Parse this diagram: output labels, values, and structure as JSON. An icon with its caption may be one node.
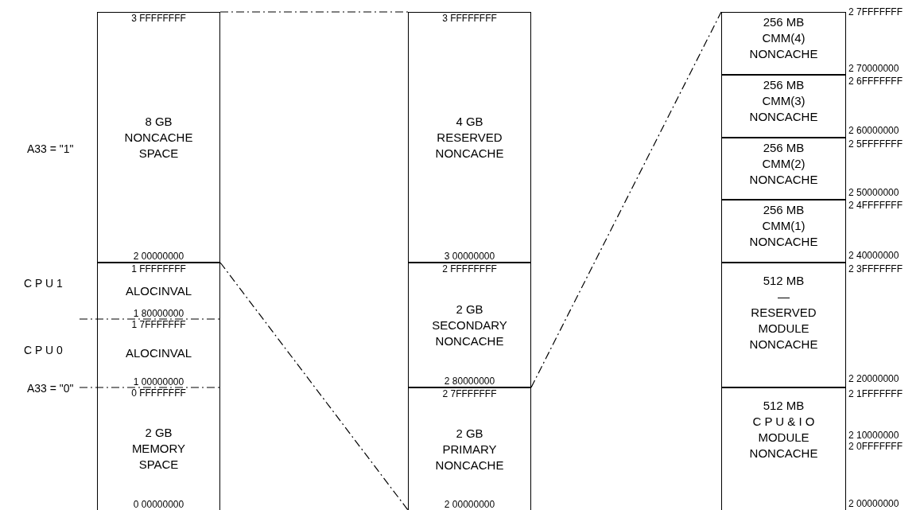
{
  "diagram": {
    "nodes": [
      {
        "text": [
          "3 FFFFFFFF",
          "8 GB",
          "NONCACHE SPACE",
          "2 00000000"
        ]
      },
      {
        "text": [
          "1 FFFFFFFF",
          "ALOCINVAL",
          "1 80000000"
        ]
      },
      {
        "text": [
          "1 7FFFFFFF",
          "ALOCINVAL",
          "1 00000000"
        ]
      },
      {
        "text": [
          "0 FFFFFFFF",
          "2 GB",
          "MEMORY SPACE",
          "0 00000000"
        ]
      },
      {
        "text": [
          "3 FFFFFFFF",
          "4 GB",
          "RESERVED NONCACHE",
          "3 00000000"
        ]
      },
      {
        "text": [
          "2 FFFFFFFF",
          "2 GB",
          "SECONDARY NONCACHE",
          "2 80000000"
        ]
      },
      {
        "text": [
          "2 7FFFFFFF",
          "2 GB",
          "PRIMARY NONCACHE",
          "2 00000000"
        ]
      },
      {
        "text": [
          "256 MB",
          "CMM(4) NONCACHE"
        ],
        "beside": [
          "2 7FFFFFFF",
          "2 70000000"
        ]
      },
      {
        "text": [
          "256 MB",
          "CMM(3) NONCACHE"
        ],
        "beside": [
          "2 6FFFFFFF",
          "2 60000000"
        ]
      },
      {
        "text": [
          "256 MB",
          "CMM(2) NONCACHE"
        ],
        "beside": [
          "2 5FFFFFFF",
          "2 50000000"
        ]
      },
      {
        "text": [
          "256 MB",
          "CMM(1) NONCACHE"
        ],
        "beside": [
          "2 4FFFFFFF",
          "2 40000000"
        ]
      },
      {
        "text": [
          "512 MB",
          "— RESERVED MODULE NONCACHE"
        ],
        "beside": [
          "2 3FFFFFFF",
          "2 20000000"
        ]
      },
      {
        "text": [
          "512 MB",
          "C P U & I O MODULE NONCACHE"
        ],
        "beside": [
          "2 1FFFFFFF",
          "2 10000000",
          "2 0FFFFFFF",
          "2 00000000"
        ]
      }
    ],
    "edges": [
      {
        "from": 0,
        "to": 4,
        "arrow": "none",
        "style": "dashed"
      },
      {
        "from": 0,
        "to": 6,
        "arrow": "none",
        "style": "dashed"
      },
      {
        "from": 6,
        "to": 7,
        "arrow": "none",
        "style": "dashed"
      }
    ],
    "labels": [
      "A33 = \"1\"",
      "C P U 1",
      "C P U 0",
      "A33 = \"0\""
    ]
  }
}
